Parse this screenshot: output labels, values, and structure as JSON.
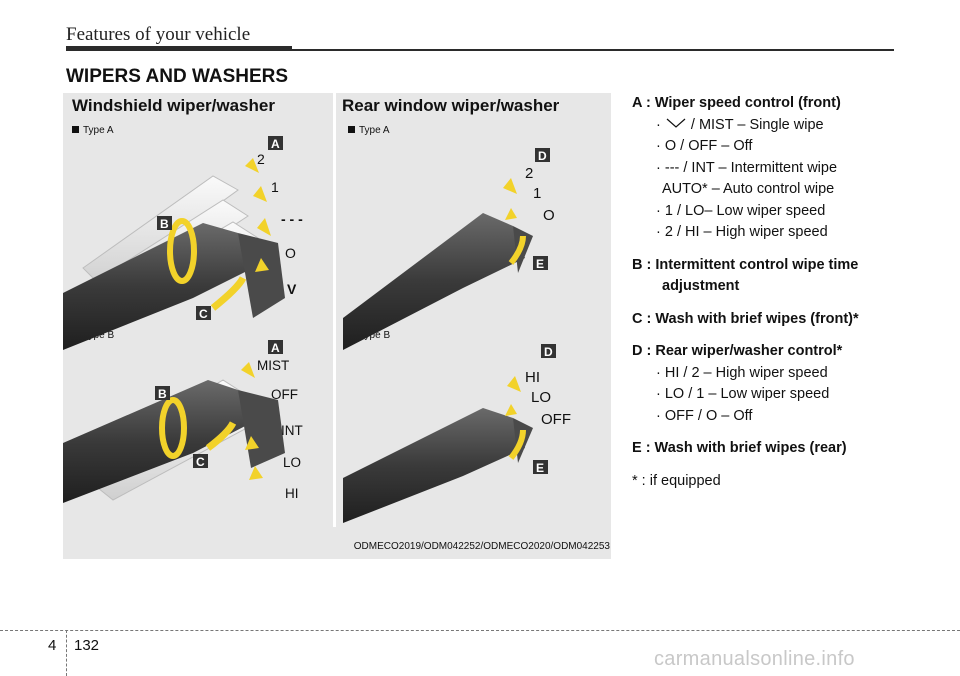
{
  "header": {
    "title": "Features of your vehicle"
  },
  "section": {
    "title": "WIPERS AND WASHERS"
  },
  "figure": {
    "left_title": "Windshield wiper/washer",
    "right_title": "Rear window wiper/washer",
    "type_a": "Type A",
    "type_b": "Type B",
    "caption": "ODMECO2019/ODM042252/ODMECO2020/ODM042253",
    "callouts": {
      "a": "A",
      "b": "B",
      "c": "C",
      "d": "D",
      "e": "E"
    },
    "front_a_positions": [
      "2",
      "1",
      "- - -",
      "O",
      "V"
    ],
    "front_b_positions": [
      "MIST",
      "OFF",
      "INT",
      "LO",
      "HI"
    ],
    "rear_a_positions": [
      "2",
      "1",
      "O"
    ],
    "rear_b_positions": [
      "HI",
      "LO",
      "OFF"
    ]
  },
  "legend": {
    "a_title": "A : Wiper speed control (front)",
    "a_items": [
      " / MIST – Single wipe",
      "O / OFF – Off",
      "--- / INT – Intermittent wipe"
    ],
    "a_cont": "AUTO* – Auto control wipe",
    "a_items2": [
      "1 / LO– Low wiper speed",
      "2 / HI – High wiper speed"
    ],
    "b_title": "B : Intermittent control wipe time",
    "b_cont": "adjustment",
    "c_title": "C : Wash with brief wipes (front)*",
    "d_title": "D : Rear wiper/washer control*",
    "d_items": [
      "HI / 2 – High wiper speed",
      "LO / 1 – Low wiper speed",
      "OFF / O – Off"
    ],
    "e_title": "E : Wash with brief wipes (rear)",
    "footnote": "* : if equipped"
  },
  "footer": {
    "chapter": "4",
    "page": "132"
  },
  "watermark": "carmanualsonline.info",
  "colors": {
    "arrow": "#f2d22a",
    "callout": "#333333",
    "lever": "#3a3a3a"
  }
}
